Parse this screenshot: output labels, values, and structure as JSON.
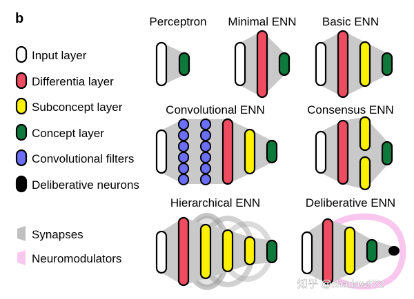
{
  "panel_label": "b",
  "legend": [
    {
      "label": "Input layer",
      "color": "#ffffff",
      "shape": "pill"
    },
    {
      "label": "Differentia layer",
      "color": "#ee4d61",
      "shape": "pill"
    },
    {
      "label": "Subconcept layer",
      "color": "#fbf100",
      "shape": "pill"
    },
    {
      "label": "Concept layer",
      "color": "#0d7a3c",
      "shape": "pill"
    },
    {
      "label": "Convolutional filters",
      "color": "#6b6ef7",
      "shape": "pill"
    },
    {
      "label": "Deliberative neurons",
      "color": "#000000",
      "shape": "pill"
    },
    {
      "label": "Synapses",
      "color": "#c0c0c0",
      "shape": "wedge"
    },
    {
      "label": "Neuromodulators",
      "color": "#f9c6ee",
      "shape": "wedge"
    }
  ],
  "networks": {
    "perceptron": "Perceptron",
    "minimal": "Minimal ENN",
    "basic": "Basic ENN",
    "convolutional": "Convolutional ENN",
    "consensus": "Consensus ENN",
    "hierarchical": "Hierarchical ENN",
    "deliberative": "Deliberative ENN"
  },
  "watermark": "知乎 @shadow572"
}
